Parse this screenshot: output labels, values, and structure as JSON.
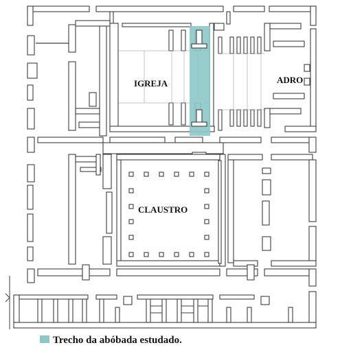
{
  "labels": {
    "church": "IGREJA",
    "churchyard": "ADRO",
    "cloister": "CLAUSTRO"
  },
  "legend": {
    "text": "Trecho da abóbada estudado.",
    "color": "#8cc8c8"
  },
  "colors": {
    "wall": "#3d3d3d",
    "highlight": "#8cc8c8"
  }
}
